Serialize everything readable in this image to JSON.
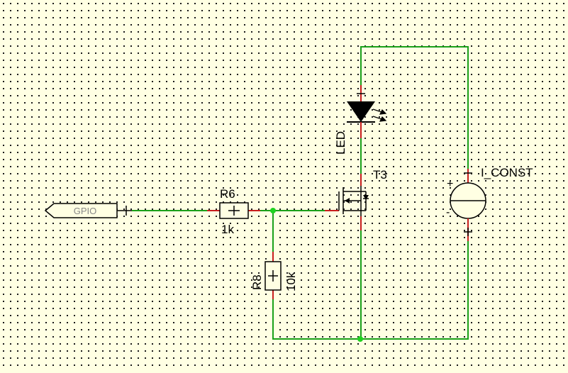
{
  "schematic": {
    "colors": {
      "background": "#ffffe3",
      "grid_dot": "#1a1a1a",
      "wire": "#1aa01a",
      "junction": "#1fd21f",
      "pin": "#c81e1e",
      "component": "#000000",
      "port_text": "#888888"
    },
    "components": {
      "gpio_port": {
        "label": "GPIO"
      },
      "r6": {
        "ref": "R6",
        "value": "1k"
      },
      "r8": {
        "ref": "R8",
        "value": "10k"
      },
      "led": {
        "ref": "LED"
      },
      "t3": {
        "ref": "T3"
      },
      "current_source": {
        "ref": "I_CONST",
        "plus": "+",
        "minus": "-"
      }
    }
  }
}
